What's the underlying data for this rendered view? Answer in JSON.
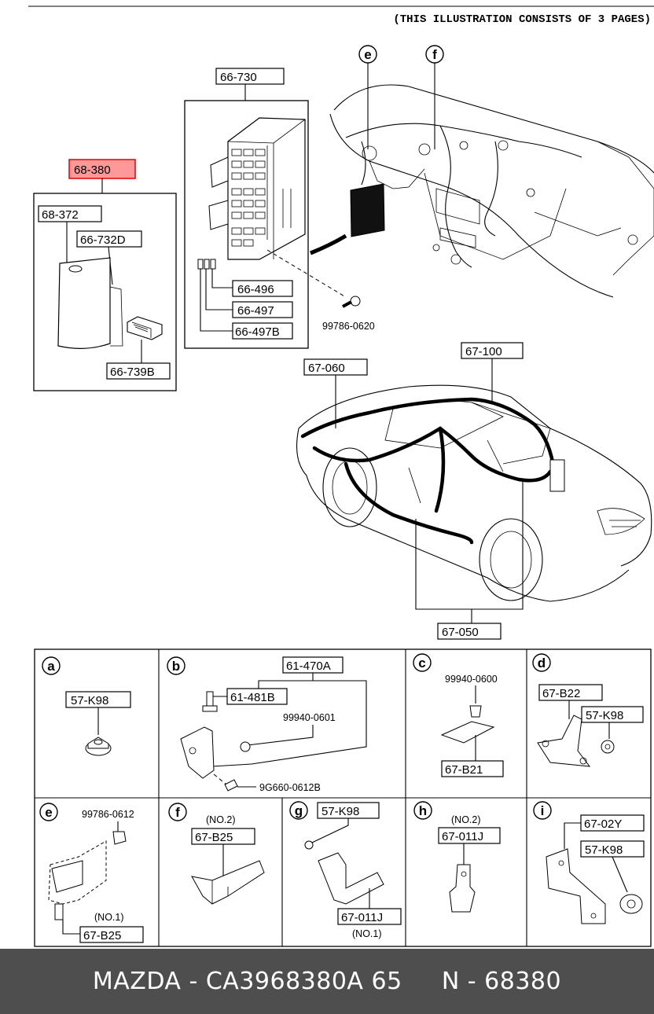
{
  "header": {
    "note": "(THIS ILLUSTRATION CONSISTS OF  3 PAGES)"
  },
  "colors": {
    "highlight_fill": "#ff9999",
    "highlight_stroke": "#e00000",
    "footer_bg": "#4e4e4e",
    "footer_text": "#ffffff"
  },
  "parts": {
    "p68_380": "68-380",
    "p68_372": "68-372",
    "p66_732D": "66-732D",
    "p66_739B": "66-739B",
    "p66_730": "66-730",
    "p66_496": "66-496",
    "p66_497": "66-497",
    "p66_497B": "66-497B",
    "s99786_0620": "99786-0620",
    "p67_060": "67-060",
    "p67_100": "67-100",
    "p67_050": "67-050"
  },
  "callouts": {
    "e": "e",
    "f": "f"
  },
  "details": {
    "a": {
      "letter": "a",
      "part1": "57-K98"
    },
    "b": {
      "letter": "b",
      "part1": "61-470A",
      "part2": "61-481B",
      "bolt1": "99940-0601",
      "bolt2": "9G660-0612B"
    },
    "c": {
      "letter": "c",
      "bolt1": "99940-0600",
      "part1": "67-B21"
    },
    "d": {
      "letter": "d",
      "part1": "67-B22",
      "part2": "57-K98"
    },
    "e": {
      "letter": "e",
      "bolt1": "99786-0612",
      "note": "(NO.1)",
      "part1": "67-B25"
    },
    "f": {
      "letter": "f",
      "note": "(NO.2)",
      "part1": "67-B25"
    },
    "g": {
      "letter": "g",
      "part1": "57-K98",
      "part2": "67-011J",
      "note": "(NO.1)"
    },
    "h": {
      "letter": "h",
      "note": "(NO.2)",
      "part1": "67-011J"
    },
    "i": {
      "letter": "i",
      "part1": "67-02Y",
      "part2": "57-K98"
    }
  },
  "footer": {
    "text": "MAZDA - CA3968380A 65     N - 68380"
  }
}
